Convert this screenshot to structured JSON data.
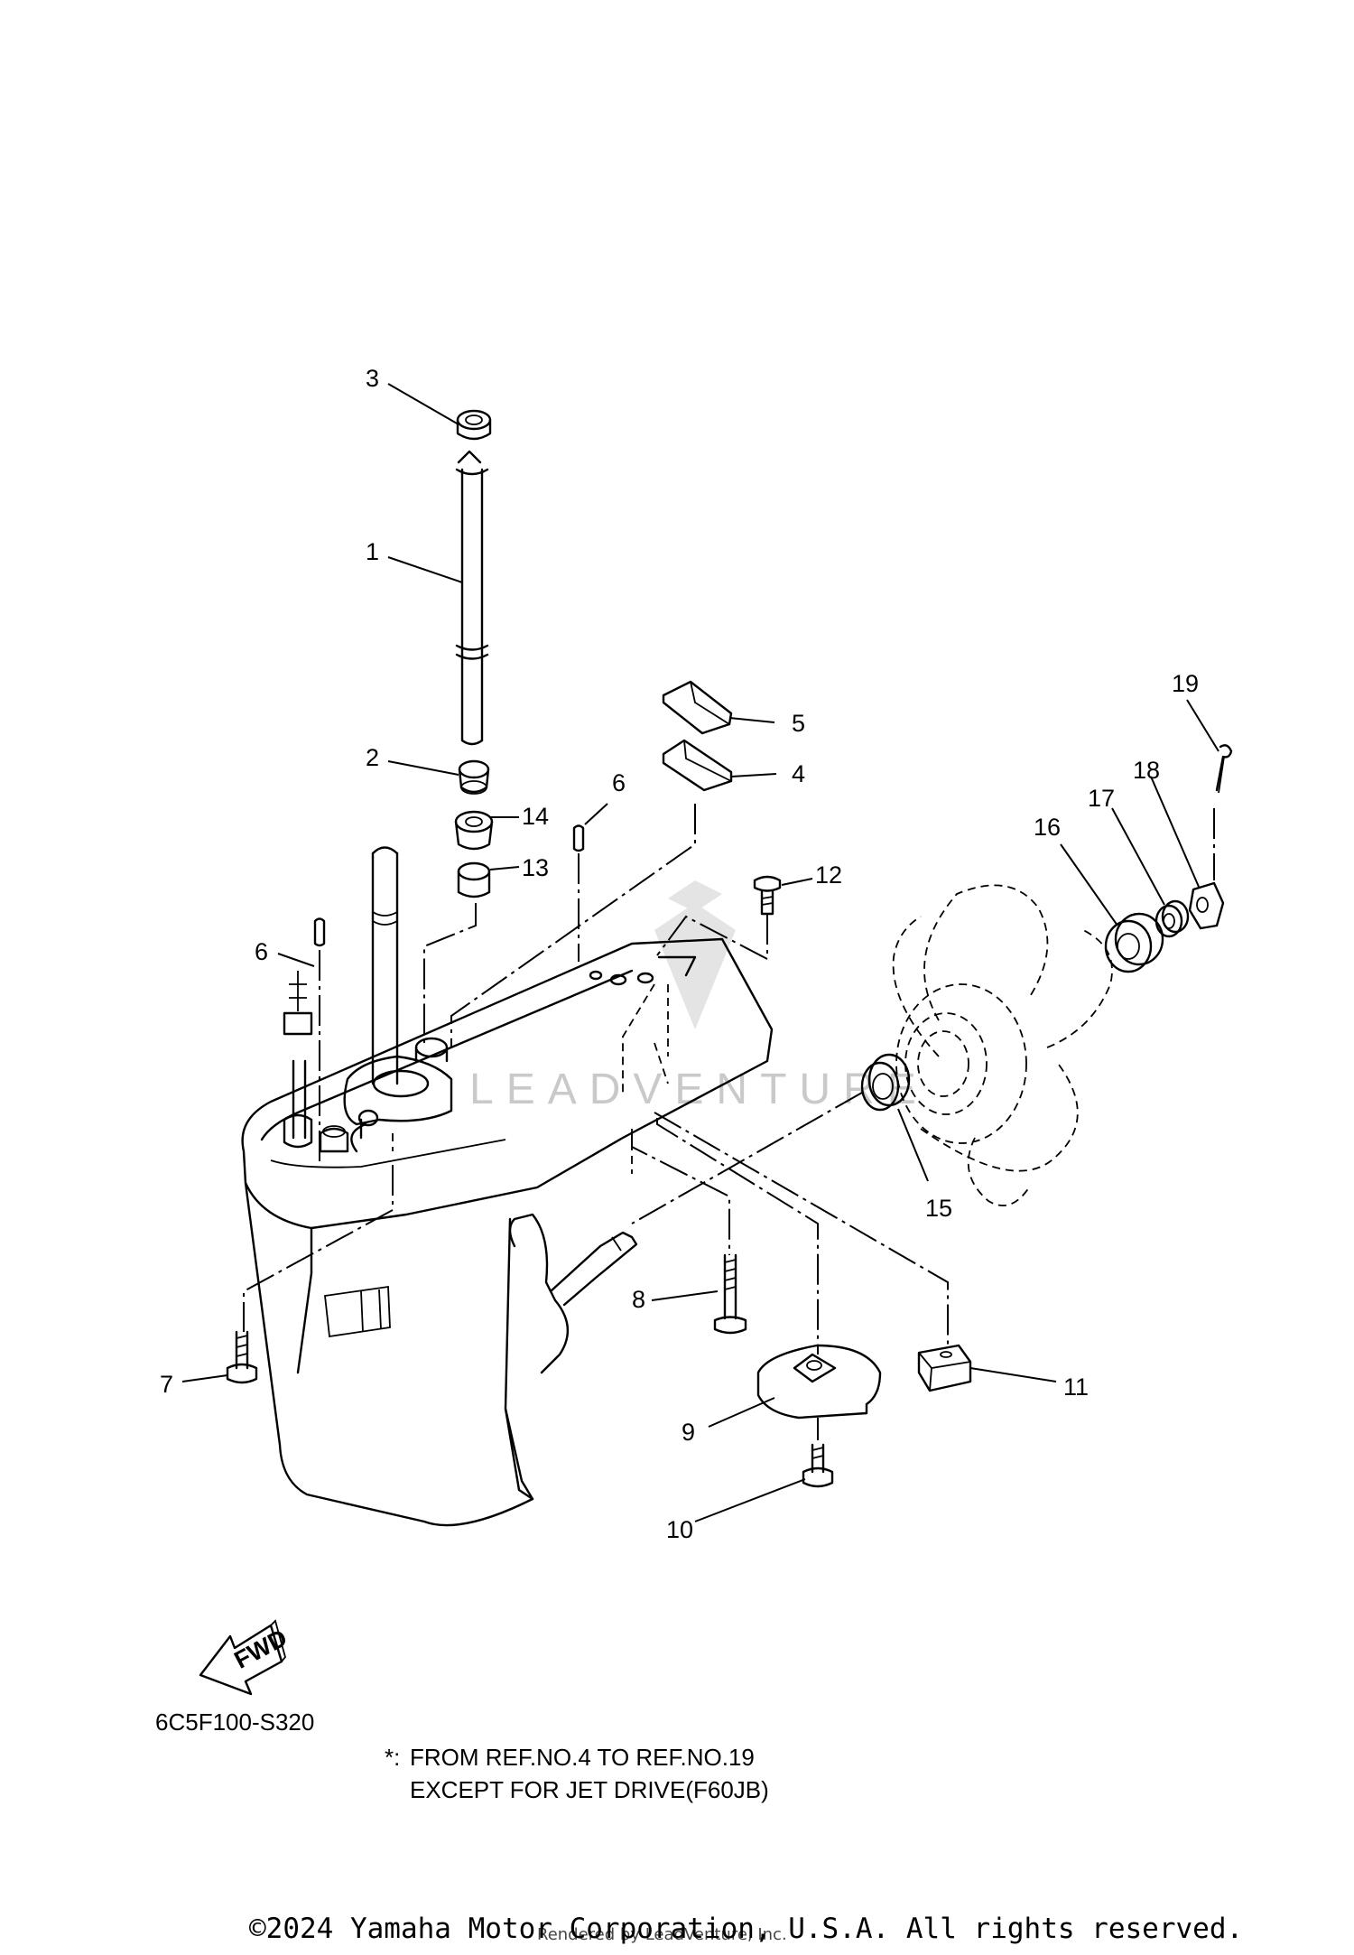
{
  "diagram": {
    "model_code": "6C5F100-S320",
    "fwd_label": "FWD",
    "watermark": "LEADVENTURE",
    "note": {
      "marker": "*:",
      "line1": "FROM REF.NO.4 TO REF.NO.19",
      "line2": "EXCEPT FOR JET DRIVE(F60JB)"
    },
    "callouts": [
      "1",
      "2",
      "3",
      "4",
      "5",
      "6",
      "6",
      "7",
      "8",
      "9",
      "10",
      "11",
      "12",
      "13",
      "14",
      "15",
      "16",
      "17",
      "18",
      "19"
    ]
  },
  "footer": {
    "copyright": "©2024 Yamaha Motor Corporation, U.S.A. All rights reserved.",
    "rendered_by": "Rendered by LeadVenture, Inc."
  }
}
